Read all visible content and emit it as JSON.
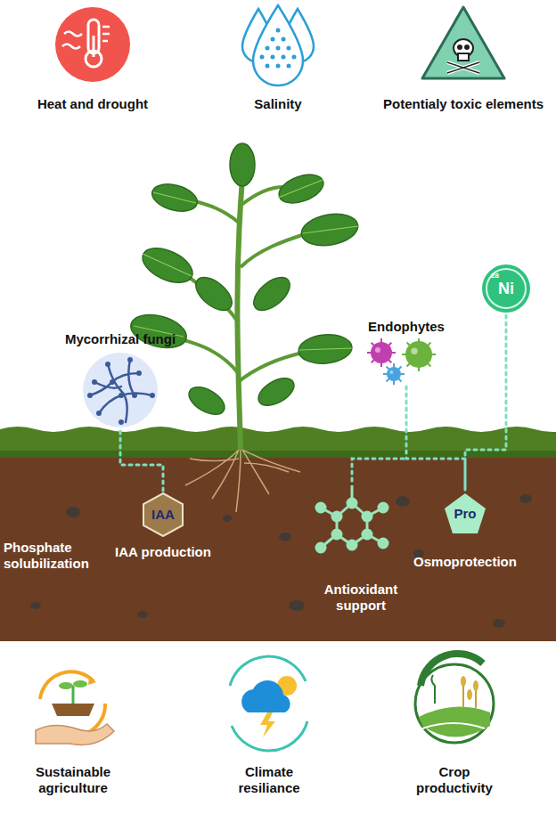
{
  "diagram": {
    "nodes": [
      {
        "text": [
          "Mycorrhizal fungi"
        ]
      },
      {
        "text": [
          "IAA",
          "IAA production"
        ]
      },
      {
        "text": [
          "Endophytes"
        ]
      },
      {
        "text": [
          "28",
          "Ni"
        ]
      },
      {
        "text": [
          "Pro",
          "Osmoprotection"
        ]
      }
    ],
    "edges": [
      {
        "from": 0,
        "to": 1,
        "arrow": "none"
      },
      {
        "from": 2,
        "to": 4,
        "arrow": "none"
      },
      {
        "from": 3,
        "to": 4,
        "arrow": "none"
      }
    ],
    "labels": [
      "Heat and drought",
      "Salinity",
      "Potentialy toxic elements",
      "Phosphate solubilization",
      "Antioxidant support",
      "Sustainable agriculture",
      "Climate resiliance",
      "Crop productivity"
    ]
  }
}
